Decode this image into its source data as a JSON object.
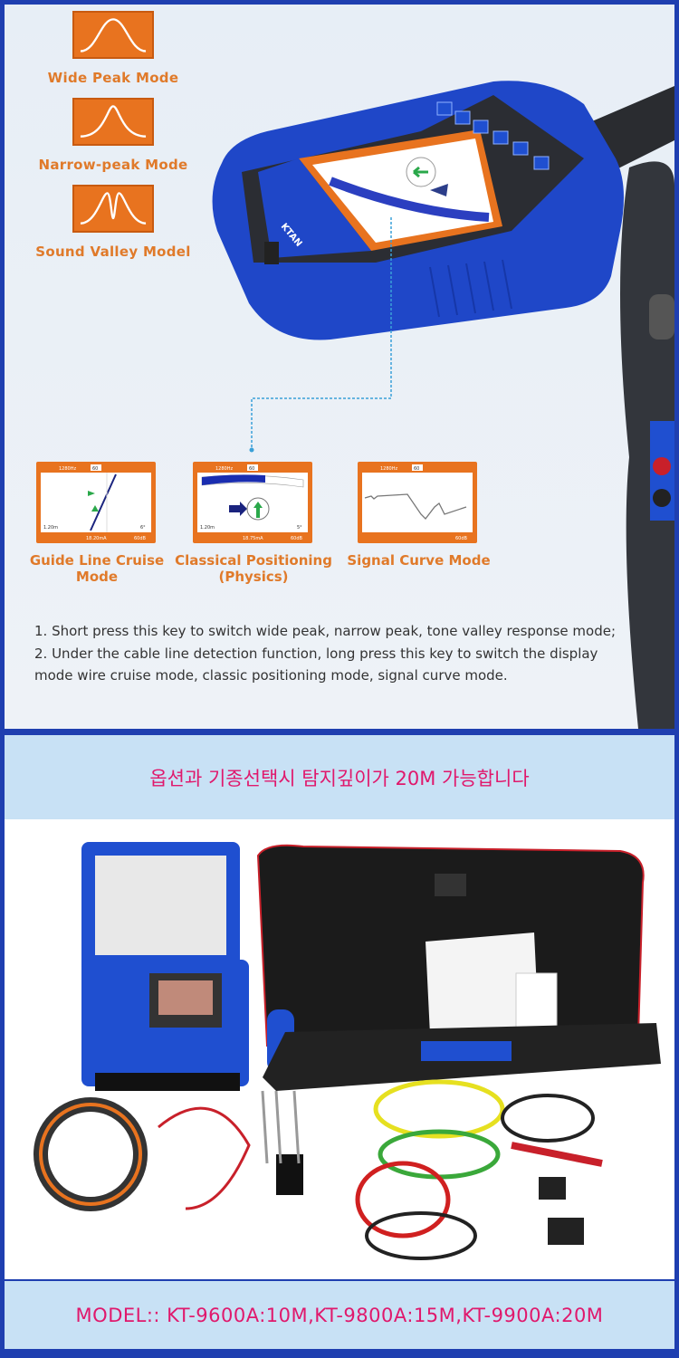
{
  "modes": [
    {
      "label": "Wide Peak Mode",
      "icon": "wide-peak-curve-icon"
    },
    {
      "label": "Narrow-peak Mode",
      "icon": "narrow-peak-curve-icon"
    },
    {
      "label": "Sound Valley Model",
      "icon": "sound-valley-curve-icon"
    }
  ],
  "device": {
    "brand": "KTAN"
  },
  "display_modes": [
    {
      "line1": "Guide Line Cruise",
      "line2": "Mode",
      "freq": "1280Hz",
      "gain": "60",
      "depth": "1.20m",
      "current": "18.20mA",
      "angle": "6°",
      "db": "60dB"
    },
    {
      "line1": "Classical Positioning",
      "line2": "(Physics)",
      "freq": "1280Hz",
      "gain": "60",
      "depth": "1.20m",
      "current": "18.75mA",
      "angle": "5°",
      "db": "60dB"
    },
    {
      "line1": "Signal Curve Mode",
      "line2": "",
      "freq": "1280Hz",
      "gain": "60",
      "db": "60dB"
    }
  ],
  "instructions": [
    "1. Short press this key to switch wide peak, narrow peak, tone valley response mode;",
    "2. Under the cable line detection function, long press this key to switch the display mode wire cruise mode, classic positioning mode, signal curve mode."
  ],
  "korean_banner": "옵션과 기종선택시 탐지깊이가 20M 가능합니다",
  "model_banner": "MODEL:: KT-9600A:10M,KT-9800A:15M,KT-9900A:20M",
  "colors": {
    "orange": "#e8731f",
    "accent": "#e0186c",
    "frame": "#1f3fb0",
    "band": "#c8e1f5"
  }
}
